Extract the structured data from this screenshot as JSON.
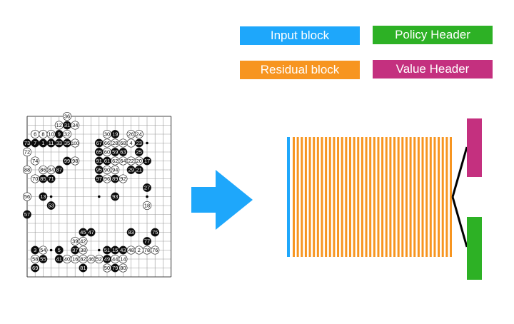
{
  "legend": {
    "input_label": "Input block",
    "policy_label": "Policy Header",
    "residual_label": "Residual block",
    "value_label": "Value Header"
  },
  "colors": {
    "input": "#1ea7fb",
    "policy": "#2db125",
    "residual": "#f79520",
    "value": "#c4307f",
    "arrow": "#1ea7fb",
    "board_line": "#999999"
  },
  "board": {
    "size": 19,
    "hoshi": [
      [
        3,
        3
      ],
      [
        3,
        9
      ],
      [
        3,
        15
      ],
      [
        9,
        3
      ],
      [
        9,
        9
      ],
      [
        9,
        15
      ],
      [
        15,
        3
      ],
      [
        15,
        9
      ],
      [
        15,
        15
      ]
    ],
    "stones": [
      {
        "n": "36",
        "c": "w",
        "col": 5,
        "row": 0
      },
      {
        "n": "12",
        "c": "w",
        "col": 4,
        "row": 1
      },
      {
        "n": "31",
        "c": "b",
        "col": 5,
        "row": 1
      },
      {
        "n": "34",
        "c": "w",
        "col": 6,
        "row": 1
      },
      {
        "n": "6",
        "c": "w",
        "col": 1,
        "row": 2
      },
      {
        "n": "8",
        "c": "w",
        "col": 2,
        "row": 2
      },
      {
        "n": "10",
        "c": "w",
        "col": 3,
        "row": 2
      },
      {
        "n": "9",
        "c": "b",
        "col": 4,
        "row": 2
      },
      {
        "n": "32",
        "c": "w",
        "col": 5,
        "row": 2
      },
      {
        "n": "30",
        "c": "w",
        "col": 10,
        "row": 2
      },
      {
        "n": "19",
        "c": "b",
        "col": 11,
        "row": 2
      },
      {
        "n": "26",
        "c": "w",
        "col": 13,
        "row": 2
      },
      {
        "n": "24",
        "c": "w",
        "col": 14,
        "row": 2
      },
      {
        "n": "73",
        "c": "b",
        "col": 0,
        "row": 3
      },
      {
        "n": "7",
        "c": "b",
        "col": 1,
        "row": 3
      },
      {
        "n": "1",
        "c": "b",
        "col": 2,
        "row": 3
      },
      {
        "n": "11",
        "c": "b",
        "col": 3,
        "row": 3
      },
      {
        "n": "33",
        "c": "b",
        "col": 4,
        "row": 3
      },
      {
        "n": "35",
        "c": "b",
        "col": 5,
        "row": 3
      },
      {
        "n": "100",
        "c": "w",
        "col": 6,
        "row": 3
      },
      {
        "n": "67",
        "c": "b",
        "col": 9,
        "row": 3
      },
      {
        "n": "66",
        "c": "w",
        "col": 10,
        "row": 3
      },
      {
        "n": "28",
        "c": "w",
        "col": 11,
        "row": 3
      },
      {
        "n": "68",
        "c": "w",
        "col": 12,
        "row": 3
      },
      {
        "n": "4",
        "c": "w",
        "col": 13,
        "row": 3
      },
      {
        "n": "23",
        "c": "b",
        "col": 14,
        "row": 3
      },
      {
        "n": "72",
        "c": "w",
        "col": 0,
        "row": 4
      },
      {
        "n": "65",
        "c": "b",
        "col": 9,
        "row": 4
      },
      {
        "n": "60",
        "c": "w",
        "col": 10,
        "row": 4
      },
      {
        "n": "59",
        "c": "b",
        "col": 11,
        "row": 4
      },
      {
        "n": "63",
        "c": "b",
        "col": 12,
        "row": 4
      },
      {
        "n": "25",
        "c": "b",
        "col": 14,
        "row": 4
      },
      {
        "n": "74",
        "c": "w",
        "col": 1,
        "row": 5
      },
      {
        "n": "99",
        "c": "b",
        "col": 5,
        "row": 5
      },
      {
        "n": "98",
        "c": "w",
        "col": 6,
        "row": 5
      },
      {
        "n": "91",
        "c": "b",
        "col": 9,
        "row": 5
      },
      {
        "n": "61",
        "c": "b",
        "col": 10,
        "row": 5
      },
      {
        "n": "62",
        "c": "w",
        "col": 11,
        "row": 5
      },
      {
        "n": "64",
        "c": "w",
        "col": 12,
        "row": 5
      },
      {
        "n": "22",
        "c": "w",
        "col": 13,
        "row": 5
      },
      {
        "n": "20",
        "c": "w",
        "col": 14,
        "row": 5
      },
      {
        "n": "17",
        "c": "b",
        "col": 15,
        "row": 5
      },
      {
        "n": "88",
        "c": "w",
        "col": 0,
        "row": 6
      },
      {
        "n": "86",
        "c": "w",
        "col": 2,
        "row": 6
      },
      {
        "n": "84",
        "c": "w",
        "col": 3,
        "row": 6
      },
      {
        "n": "87",
        "c": "b",
        "col": 4,
        "row": 6
      },
      {
        "n": "95",
        "c": "b",
        "col": 9,
        "row": 6
      },
      {
        "n": "90",
        "c": "w",
        "col": 10,
        "row": 6
      },
      {
        "n": "94",
        "c": "w",
        "col": 11,
        "row": 6
      },
      {
        "n": "29",
        "c": "b",
        "col": 13,
        "row": 6
      },
      {
        "n": "21",
        "c": "b",
        "col": 14,
        "row": 6
      },
      {
        "n": "70",
        "c": "w",
        "col": 1,
        "row": 7
      },
      {
        "n": "85",
        "c": "b",
        "col": 2,
        "row": 7
      },
      {
        "n": "71",
        "c": "b",
        "col": 3,
        "row": 7
      },
      {
        "n": "97",
        "c": "b",
        "col": 9,
        "row": 7
      },
      {
        "n": "96",
        "c": "w",
        "col": 10,
        "row": 7
      },
      {
        "n": "89",
        "c": "b",
        "col": 11,
        "row": 7
      },
      {
        "n": "92",
        "c": "w",
        "col": 12,
        "row": 7
      },
      {
        "n": "27",
        "c": "b",
        "col": 15,
        "row": 8
      },
      {
        "n": "56",
        "c": "w",
        "col": 0,
        "row": 9
      },
      {
        "n": "13",
        "c": "b",
        "col": 2,
        "row": 9
      },
      {
        "n": "93",
        "c": "b",
        "col": 11,
        "row": 9
      },
      {
        "n": "53",
        "c": "b",
        "col": 3,
        "row": 10
      },
      {
        "n": "18",
        "c": "w",
        "col": 15,
        "row": 10
      },
      {
        "n": "57",
        "c": "b",
        "col": 0,
        "row": 11
      },
      {
        "n": "45",
        "c": "b",
        "col": 7,
        "row": 13
      },
      {
        "n": "47",
        "c": "b",
        "col": 8,
        "row": 13
      },
      {
        "n": "83",
        "c": "b",
        "col": 13,
        "row": 13
      },
      {
        "n": "75",
        "c": "b",
        "col": 16,
        "row": 13
      },
      {
        "n": "39",
        "c": "w",
        "col": 6,
        "row": 14
      },
      {
        "n": "42",
        "c": "w",
        "col": 7,
        "row": 14
      },
      {
        "n": "77",
        "c": "b",
        "col": 15,
        "row": 14
      },
      {
        "n": "3",
        "c": "b",
        "col": 1,
        "row": 15
      },
      {
        "n": "54",
        "c": "w",
        "col": 2,
        "row": 15
      },
      {
        "n": "5",
        "c": "b",
        "col": 4,
        "row": 15
      },
      {
        "n": "37",
        "c": "b",
        "col": 6,
        "row": 15
      },
      {
        "n": "38",
        "c": "w",
        "col": 7,
        "row": 15
      },
      {
        "n": "51",
        "c": "b",
        "col": 10,
        "row": 15
      },
      {
        "n": "15",
        "c": "b",
        "col": 11,
        "row": 15
      },
      {
        "n": "43",
        "c": "b",
        "col": 12,
        "row": 15
      },
      {
        "n": "48",
        "c": "w",
        "col": 13,
        "row": 15
      },
      {
        "n": "2",
        "c": "w",
        "col": 14,
        "row": 15
      },
      {
        "n": "78",
        "c": "w",
        "col": 15,
        "row": 15
      },
      {
        "n": "76",
        "c": "w",
        "col": 16,
        "row": 15
      },
      {
        "n": "58",
        "c": "w",
        "col": 1,
        "row": 16
      },
      {
        "n": "55",
        "c": "b",
        "col": 2,
        "row": 16
      },
      {
        "n": "41",
        "c": "b",
        "col": 4,
        "row": 16
      },
      {
        "n": "40",
        "c": "w",
        "col": 5,
        "row": 16
      },
      {
        "n": "16",
        "c": "w",
        "col": 6,
        "row": 16
      },
      {
        "n": "82",
        "c": "w",
        "col": 7,
        "row": 16
      },
      {
        "n": "46",
        "c": "w",
        "col": 8,
        "row": 16
      },
      {
        "n": "52",
        "c": "w",
        "col": 9,
        "row": 16
      },
      {
        "n": "49",
        "c": "b",
        "col": 10,
        "row": 16
      },
      {
        "n": "44",
        "c": "w",
        "col": 11,
        "row": 16
      },
      {
        "n": "14",
        "c": "w",
        "col": 12,
        "row": 16
      },
      {
        "n": "69",
        "c": "b",
        "col": 1,
        "row": 17
      },
      {
        "n": "81",
        "c": "b",
        "col": 7,
        "row": 17
      },
      {
        "n": "50",
        "c": "w",
        "col": 10,
        "row": 17
      },
      {
        "n": "79",
        "c": "b",
        "col": 11,
        "row": 17
      },
      {
        "n": "80",
        "c": "w",
        "col": 12,
        "row": 17
      }
    ]
  },
  "network": {
    "residual_block_count": 40
  }
}
